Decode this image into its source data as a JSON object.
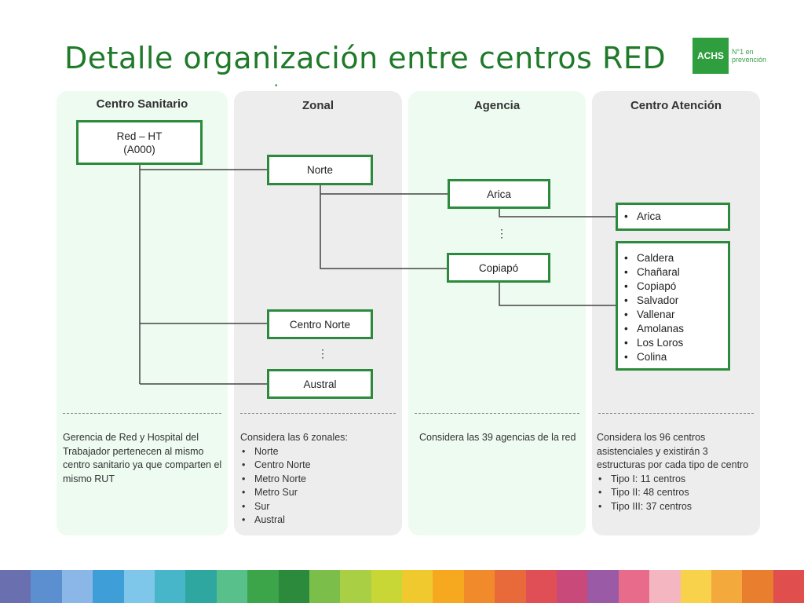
{
  "title": "Detalle organización entre centros RED",
  "logo": {
    "brand": "ACHS",
    "tagline": "N°1 en prevención"
  },
  "columns": [
    {
      "id": "centro-sanitario",
      "header": "Centro Sanitario",
      "note": "Gerencia de Red y Hospital del Trabajador pertenecen al mismo centro sanitario ya que comparten el mismo RUT"
    },
    {
      "id": "zonal",
      "header": "Zonal",
      "note_intro": "Considera las 6 zonales:",
      "note_items": [
        "Norte",
        "Centro Norte",
        "Metro Norte",
        "Metro Sur",
        "Sur",
        "Austral"
      ]
    },
    {
      "id": "agencia",
      "header": "Agencia",
      "note": "Considera las 39 agencias de la red"
    },
    {
      "id": "centro-atencion",
      "header": "Centro Atención",
      "note_intro": "Considera los 96 centros asistenciales y existirán 3 estructuras por cada tipo de centro",
      "note_items": [
        "Tipo I: 11 centros",
        "Tipo II: 48 centros",
        "Tipo III: 37 centros"
      ]
    }
  ],
  "nodes": {
    "red_ht": {
      "line1": "Red – HT",
      "line2": "(A000)"
    },
    "norte": "Norte",
    "centro_norte": "Centro Norte",
    "austral": "Austral",
    "arica": "Arica",
    "copiapo": "Copiapó",
    "centers_arica": [
      "Arica"
    ],
    "centers_copiapo": [
      "Caldera",
      "Chañaral",
      "Copiapó",
      "Salvador",
      "Vallenar",
      "Amolanas",
      "Los Loros",
      "Colina"
    ]
  },
  "ellipsis": "⋮",
  "colors": {
    "accent": "#2c8a3c",
    "title": "#1f7a2a",
    "stripes": [
      "#6a6fb0",
      "#5b8fd0",
      "#8ab7e8",
      "#3e9fd8",
      "#7ec6ea",
      "#48b6c9",
      "#2ea7a0",
      "#58c08a",
      "#3ca54a",
      "#2c8a3c",
      "#7bbf4a",
      "#a9cf45",
      "#c9d736",
      "#f0c92e",
      "#f6a81f",
      "#f08a2a",
      "#e8693a",
      "#df4f55",
      "#c94a7a",
      "#9a5aa6",
      "#e86b8b",
      "#f4b7c2",
      "#f7d24a",
      "#f3a93b",
      "#ea7e2f",
      "#e04e4e"
    ]
  }
}
